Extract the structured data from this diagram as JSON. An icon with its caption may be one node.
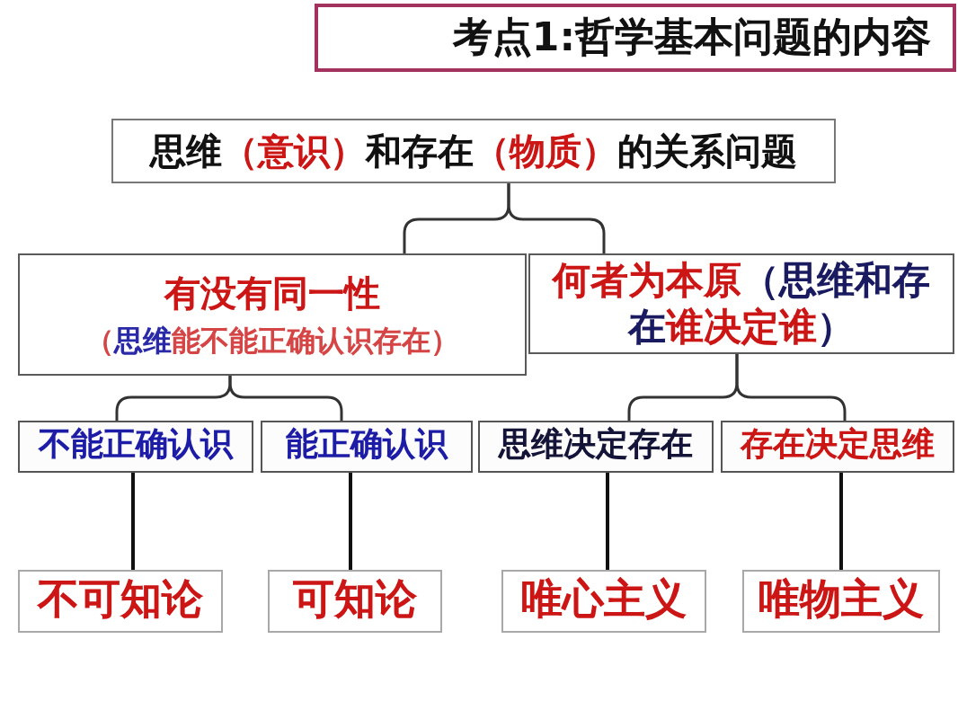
{
  "diagram": {
    "title": "考点1:哲学基本问题的内容",
    "nodes": [
      {
        "text": [
          "思维**（意识）**和存在**（物质）**的关系问题"
        ]
      },
      {
        "text": [
          "有没有同一性",
          "（**思维**能不能正确认识存在）"
        ]
      },
      {
        "text": [
          "**何者为本原**（思维和存在**谁决定谁**）"
        ]
      },
      {
        "text": [
          "不能正确认识"
        ]
      },
      {
        "text": [
          "能正确认识"
        ]
      },
      {
        "text": [
          "思维决定存在"
        ]
      },
      {
        "text": [
          "存在决定思维"
        ]
      },
      {
        "text": [
          "不可知论"
        ]
      },
      {
        "text": [
          "可知论"
        ]
      },
      {
        "text": [
          "唯心主义"
        ]
      },
      {
        "text": [
          "唯物主义"
        ]
      }
    ],
    "edges": [
      {
        "from": 0,
        "to": 1,
        "arrow": "none"
      },
      {
        "from": 0,
        "to": 2,
        "arrow": "none"
      },
      {
        "from": 1,
        "to": 3,
        "arrow": "none"
      },
      {
        "from": 1,
        "to": 4,
        "arrow": "none"
      },
      {
        "from": 2,
        "to": 5,
        "arrow": "none"
      },
      {
        "from": 2,
        "to": 6,
        "arrow": "none"
      },
      {
        "from": 3,
        "to": 7,
        "arrow": "none"
      },
      {
        "from": 4,
        "to": 8,
        "arrow": "none"
      },
      {
        "from": 5,
        "to": 9,
        "arrow": "none"
      },
      {
        "from": 6,
        "to": 10,
        "arrow": "none"
      }
    ]
  }
}
